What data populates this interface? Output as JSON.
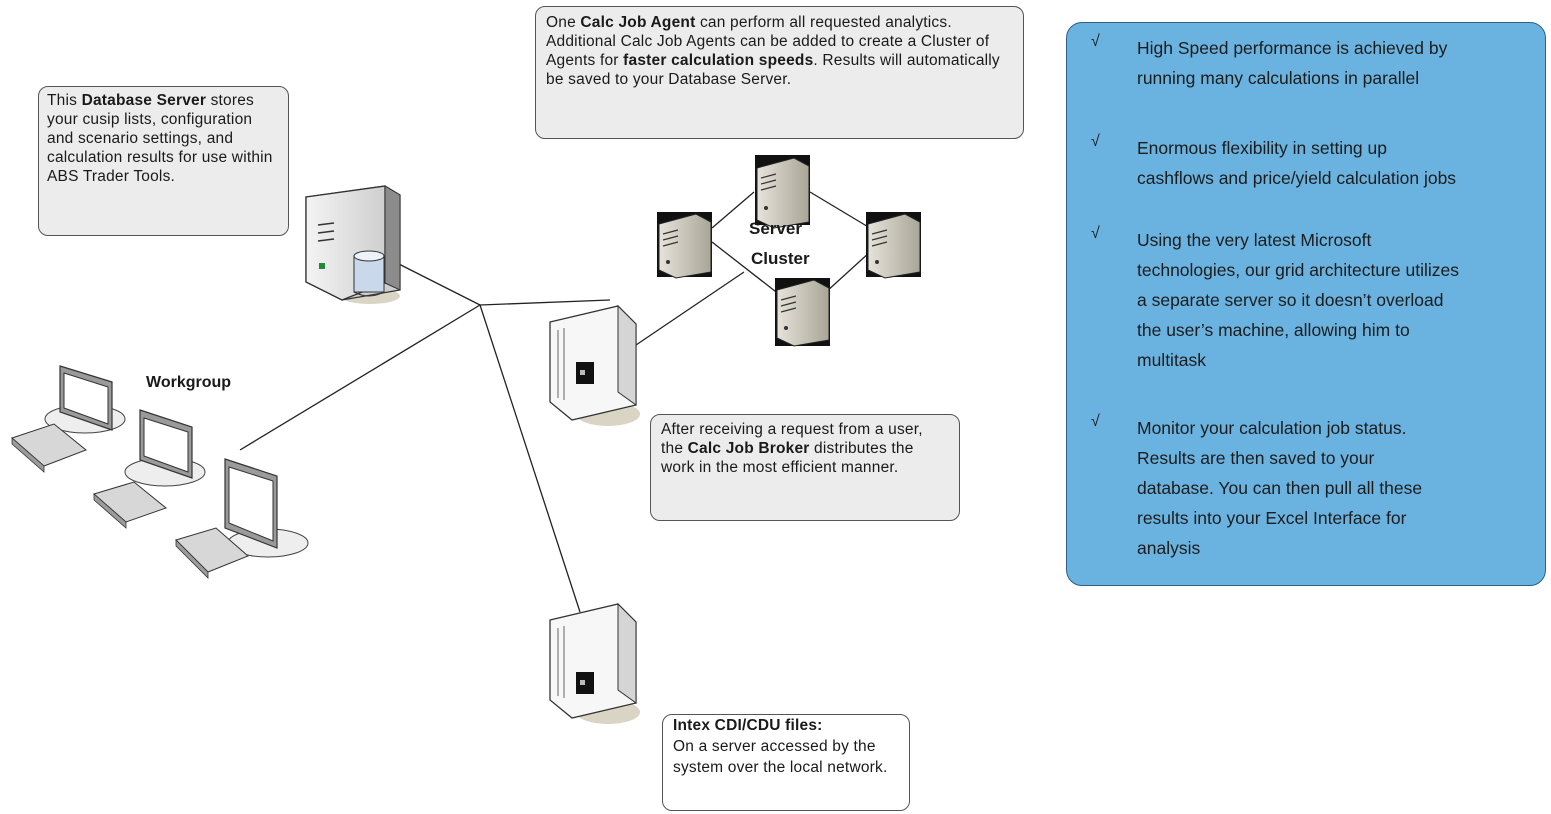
{
  "callouts": {
    "database_server": {
      "p1": "This ",
      "bold": "Database Server",
      "p2": " stores your cusip lists, configuration and scenario settings, and calculation results for use within ABS Trader Tools."
    },
    "calc_job_agent": {
      "p1": "One ",
      "bold1": "Calc Job Agent",
      "p2": " can perform all requested analytics. Additional Calc Job Agents can be added to create a Cluster of Agents for ",
      "bold2": "faster calculation speeds",
      "p3": ". Results will automatically be saved to your Database Server."
    },
    "calc_job_broker": {
      "p1": "After receiving a request from a user, the ",
      "bold": "Calc Job Broker",
      "p2": " distributes the work in the most efficient manner."
    },
    "intex": {
      "title": "Intex CDI/CDU files:",
      "body": "On a server accessed by the system over the local network."
    }
  },
  "labels": {
    "workgroup": "Workgroup",
    "cluster_line1": "Server",
    "cluster_line2": "Cluster"
  },
  "benefits": [
    {
      "check": "√",
      "lines": [
        "High Speed performance is achieved by",
        "running many calculations in parallel"
      ]
    },
    {
      "check": "√",
      "lines": [
        "Enormous flexibility in setting up",
        "cashflows and price/yield calculation jobs"
      ]
    },
    {
      "check": "√",
      "lines": [
        "Using the very latest Microsoft",
        "technologies, our grid architecture  utilizes",
        "a separate server so it doesn’t overload",
        "the user’s machine, allowing him to",
        "multitask"
      ]
    },
    {
      "check": "√",
      "lines": [
        "Monitor your calculation job status.",
        "Results are  then saved to your",
        "database.  You can then pull all these",
        "results into your Excel Interface for",
        "analysis"
      ]
    }
  ],
  "colors": {
    "panel_fill": "#6ab3e0",
    "panel_border": "#2f5f86",
    "callout_fill": "#ececec"
  }
}
